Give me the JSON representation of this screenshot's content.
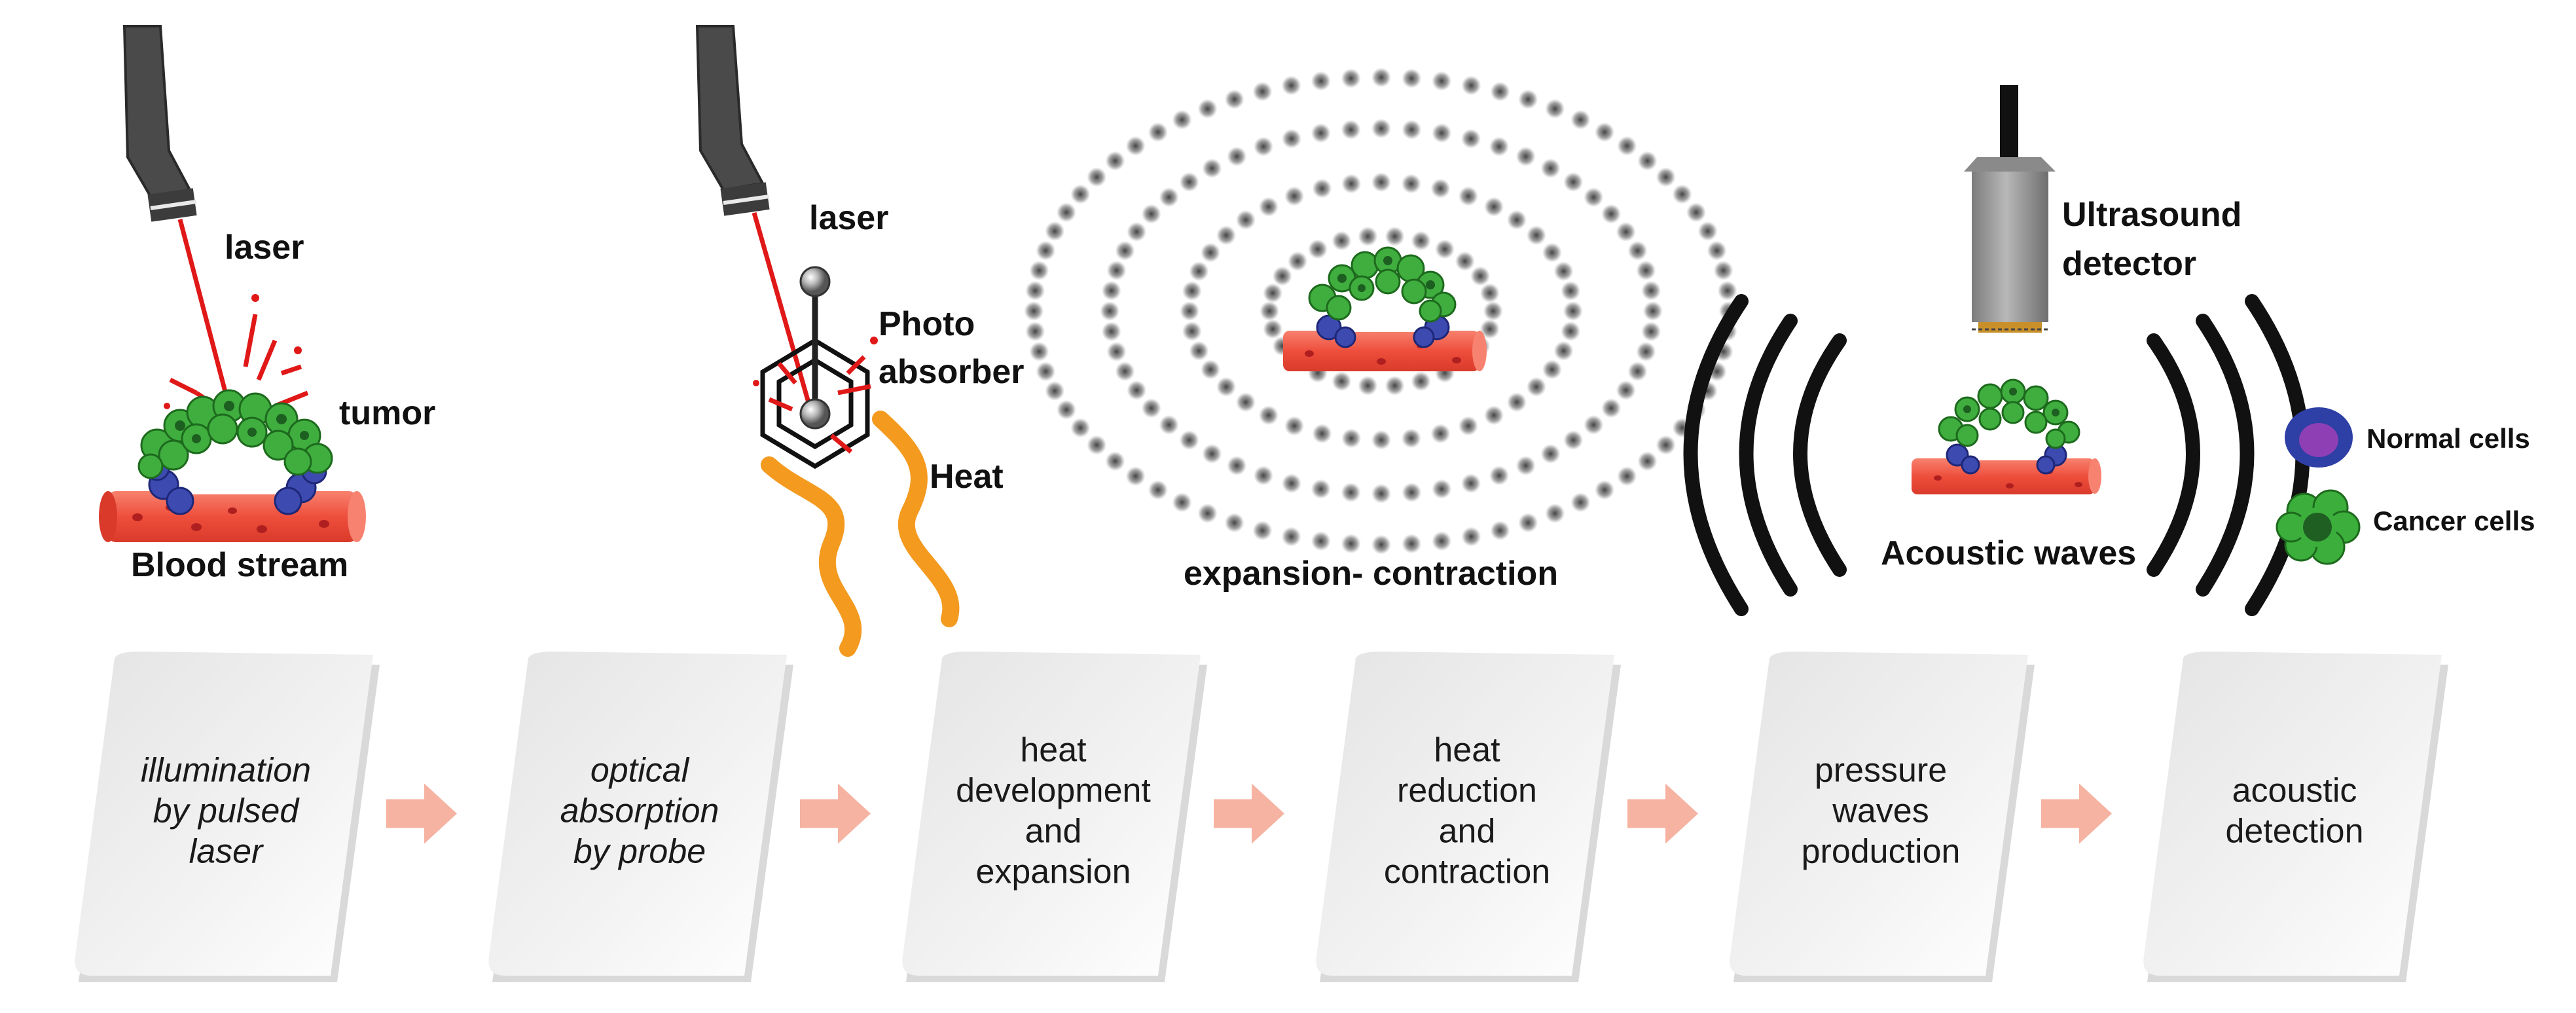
{
  "illustrations": {
    "panel1": {
      "laser_label": "laser",
      "tumor_label": "tumor",
      "blood_label": "Blood stream"
    },
    "panel2": {
      "laser_label": "laser",
      "photo_label_line1": "Photo",
      "photo_label_line2": "absorber",
      "heat_label": "Heat"
    },
    "panel3": {
      "caption": "expansion- contraction"
    },
    "panel4": {
      "detector_line1": "Ultrasound",
      "detector_line2": "detector",
      "waves_label": "Acoustic waves"
    },
    "legend": {
      "items": [
        {
          "label": "Normal cells",
          "color": "#2e3fa5",
          "inner": "#8e3fb4"
        },
        {
          "label": "Cancer cells",
          "color": "#3cae3c",
          "inner": "#1f5f22"
        }
      ]
    }
  },
  "steps": [
    {
      "lines": [
        "illumination",
        "by pulsed",
        "laser"
      ],
      "italic": true
    },
    {
      "lines": [
        "optical",
        "absorption",
        "by probe"
      ],
      "italic": true
    },
    {
      "lines": [
        "heat",
        "development",
        "and",
        "expansion"
      ],
      "italic": false
    },
    {
      "lines": [
        "heat",
        "reduction",
        "and",
        "contraction"
      ],
      "italic": false
    },
    {
      "lines": [
        "pressure",
        "waves",
        "production"
      ],
      "italic": false
    },
    {
      "lines": [
        "acoustic",
        "detection"
      ],
      "italic": false
    }
  ],
  "colors": {
    "laser": "#e01818",
    "vessel": "#f05a48",
    "heat": "#f39a1f",
    "arrow": "#f6b3a2"
  }
}
